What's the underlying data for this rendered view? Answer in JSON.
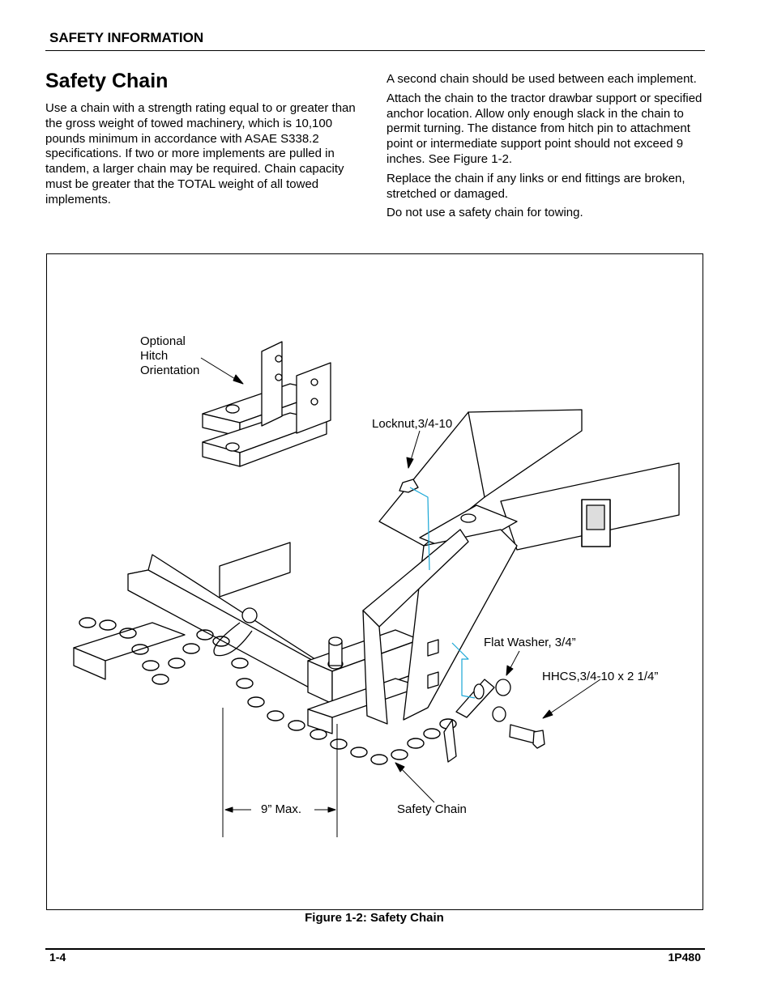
{
  "header": {
    "section": "SAFETY INFORMATION"
  },
  "title": "Safety Chain",
  "left_column": {
    "paragraph": "Use a chain with a strength rating equal to or greater than the gross weight of towed machinery, which is 10,100 pounds minimum in accordance with ASAE S338.2 specifications. If two or more implements are pulled in tandem, a larger chain may be required. Chain capacity must be greater that the TOTAL weight of all towed implements."
  },
  "right_column": {
    "paragraphs": [
      "A second chain should be used between each implement.",
      "Attach the chain to the tractor drawbar support or specified anchor location. Allow only enough slack in the chain to permit turning. The distance from hitch pin to attachment point or intermediate support point should not exceed 9 inches. See Figure 1-2.",
      "Replace the chain if any links or end fittings are broken, stretched or damaged.",
      "Do not use a safety chain for towing."
    ]
  },
  "figure": {
    "callouts": {
      "optional_hitch_line1": "Optional",
      "optional_hitch_line2": "Hitch",
      "optional_hitch_line3": "Orientation",
      "locknut": "Locknut,3/4-10",
      "flat_washer": "Flat Washer, 3/4”",
      "hhcs": "HHCS,3/4-10 x 2 1/4”",
      "safety_chain": "Safety Chain",
      "max_distance": "9” Max."
    },
    "caption": "Figure 1-2:  Safety Chain",
    "colors": {
      "line": "#000000",
      "leader_blue": "#1aa7d6"
    }
  },
  "footer": {
    "page_number": "1-4",
    "doc_id": "1P480"
  }
}
